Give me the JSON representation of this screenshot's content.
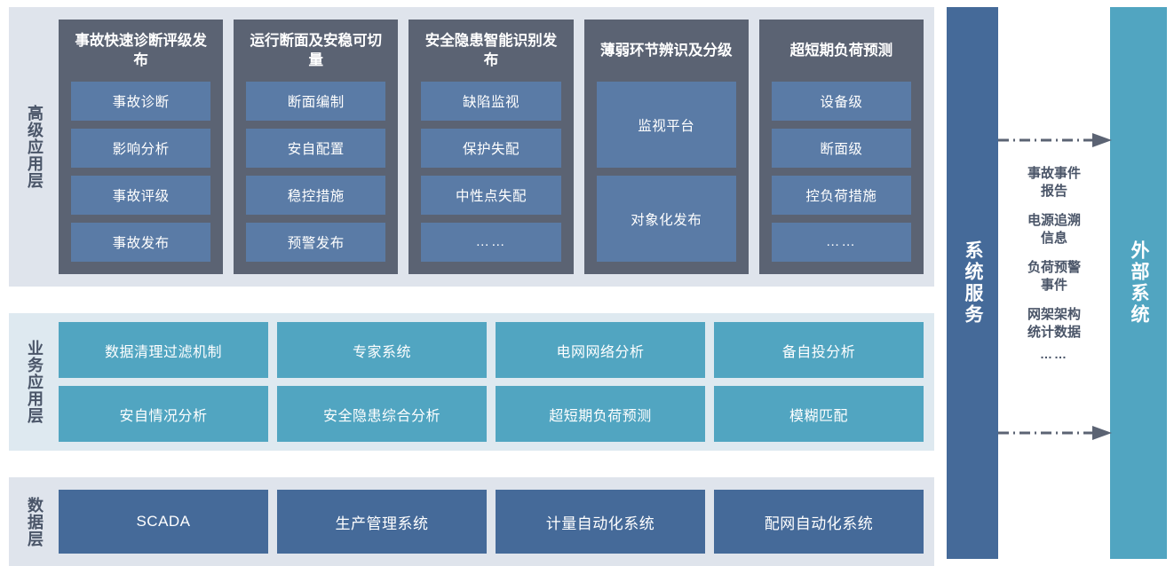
{
  "colors": {
    "layer_bg_gray": "#dfe4ec",
    "layer_bg_blue": "#dee9f0",
    "app_card": "#5b6373",
    "app_item": "#5a7ba6",
    "biz_item": "#51a5c1",
    "data_item": "#456a99",
    "service_bar": "#456a99",
    "external_bar": "#51a5c1",
    "text_dark": "#4a5568",
    "arrow": "#5b6373"
  },
  "layers": {
    "advanced": {
      "label": "高级应用层",
      "cards": [
        {
          "title": "事故快速诊断评级发布",
          "items": [
            {
              "label": "事故诊断",
              "tall": false
            },
            {
              "label": "影响分析",
              "tall": false
            },
            {
              "label": "事故评级",
              "tall": false
            },
            {
              "label": "事故发布",
              "tall": false
            }
          ]
        },
        {
          "title": "运行断面及安稳可切量",
          "items": [
            {
              "label": "断面编制",
              "tall": false
            },
            {
              "label": "安自配置",
              "tall": false
            },
            {
              "label": "稳控措施",
              "tall": false
            },
            {
              "label": "预警发布",
              "tall": false
            }
          ]
        },
        {
          "title": "安全隐患智能识别发布",
          "items": [
            {
              "label": "缺陷监视",
              "tall": false
            },
            {
              "label": "保护失配",
              "tall": false
            },
            {
              "label": "中性点失配",
              "tall": false
            },
            {
              "label": "……",
              "tall": false,
              "ellipsis": true
            }
          ]
        },
        {
          "title": "薄弱环节辨识及分级",
          "items": [
            {
              "label": "监视平台",
              "tall": true
            },
            {
              "label": "对象化发布",
              "tall": true
            }
          ]
        },
        {
          "title": "超短期负荷预测",
          "items": [
            {
              "label": "设备级",
              "tall": false
            },
            {
              "label": "断面级",
              "tall": false
            },
            {
              "label": "控负荷措施",
              "tall": false
            },
            {
              "label": "……",
              "tall": false,
              "ellipsis": true
            }
          ]
        }
      ]
    },
    "business": {
      "label": "业务应用层",
      "rows": [
        [
          "数据清理过滤机制",
          "专家系统",
          "电网网络分析",
          "备自投分析"
        ],
        [
          "安自情况分析",
          "安全隐患综合分析",
          "超短期负荷预测",
          "模糊匹配"
        ]
      ]
    },
    "data": {
      "label": "数据层",
      "items": [
        "SCADA",
        "生产管理系统",
        "计量自动化系统",
        "配网自动化系统"
      ]
    }
  },
  "right_panel": {
    "service_bar_label": "系统服务",
    "external_bar_label": "外部系统",
    "flow_labels": [
      "事故事件\n报告",
      "电源追溯\n信息",
      "负荷预警\n事件",
      "网架架构\n统计数据"
    ],
    "flow_ellipsis": "……"
  }
}
